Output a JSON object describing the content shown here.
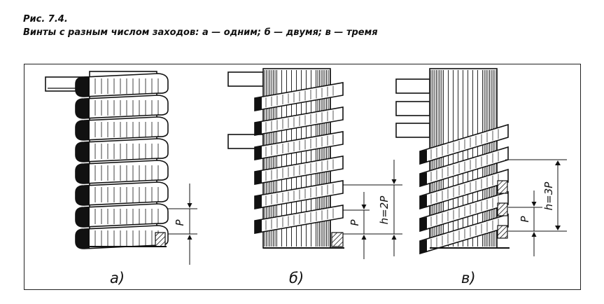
{
  "figure": {
    "number": "Рис. 7.4.",
    "caption": "Винты с разным числом заходов: а — одним; б — двумя; в — тремя"
  },
  "panels": [
    {
      "letter": "а)",
      "dimensions": [
        "P"
      ]
    },
    {
      "letter": "б)",
      "dimensions": [
        "P",
        "h=2P"
      ]
    },
    {
      "letter": "в)",
      "dimensions": [
        "P",
        "h=3P"
      ]
    }
  ]
}
